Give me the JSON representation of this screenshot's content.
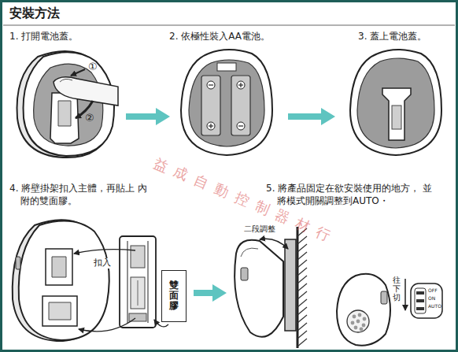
{
  "diagram": {
    "title": "安裝方法",
    "nodes": [
      {
        "text": [
          "雙面膠"
        ]
      }
    ],
    "labels": [
      "1. 打開電池蓋。",
      "2. 依極性裝入AA電池。",
      "3. 蓋上電池蓋。",
      "4. 將壁掛架扣入主體，再貼上 內附的雙面膠。",
      "5. 將產品固定在欲安裝使用的地方， 並將模式開關調整到AUTO・",
      "①",
      "②",
      "扣入",
      "二段調整",
      "往下切",
      "OFF",
      "ON",
      "AUTO",
      "益成自動控制器材行"
    ]
  }
}
